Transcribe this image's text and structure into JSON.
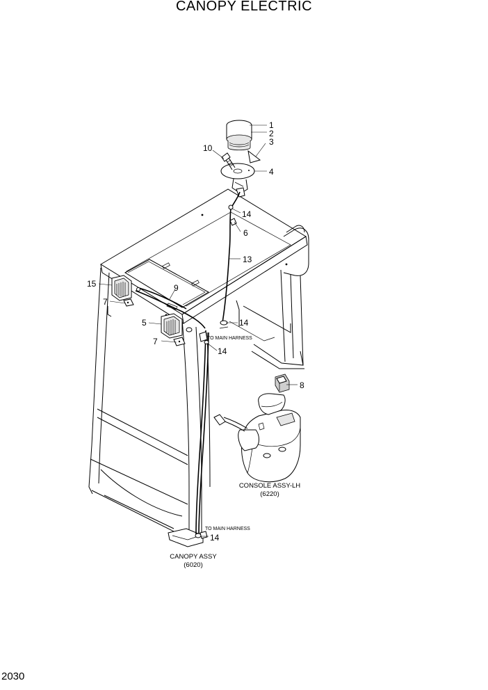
{
  "title": "CANOPY ELECTRIC",
  "page_number": "2030",
  "callouts": {
    "c1": "1",
    "c2": "2",
    "c3": "3",
    "c4": "4",
    "c10": "10",
    "c14_top": "14",
    "c6": "6",
    "c13": "13",
    "c9": "9",
    "c15": "15",
    "c7_left": "7",
    "c5": "5",
    "c7_mid": "7",
    "c14_mid": "14",
    "c14_canopy": "14",
    "c8": "8",
    "c14_bottom": "14"
  },
  "notes": {
    "to_main_harness_upper": "TO MAIN HARNESS",
    "to_main_harness_lower": "TO MAIN HARNESS"
  },
  "assemblies": {
    "console": {
      "name": "CONSOLE ASSY-LH",
      "code": "(6220)"
    },
    "canopy": {
      "name": "CANOPY ASSY",
      "code": "(6020)"
    }
  }
}
